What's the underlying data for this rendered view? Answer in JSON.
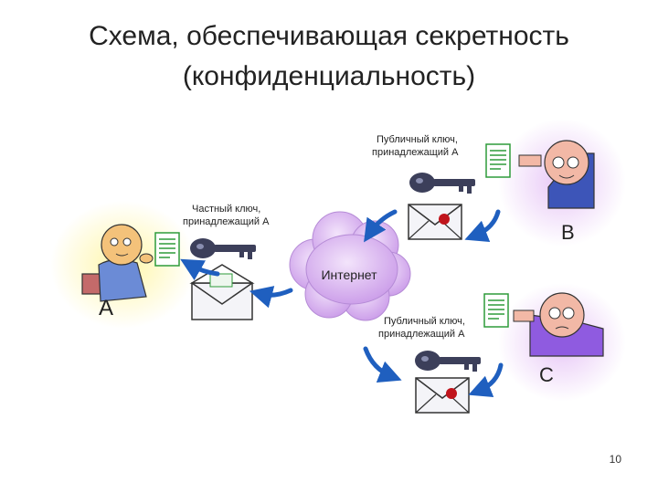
{
  "title": {
    "line1": "Схема, обеспечивающая секретность",
    "line2": "(конфиденциальность)"
  },
  "diagram": {
    "cloud_label": "Интернет",
    "person_a": {
      "letter": "A",
      "key_label_line1": "Частный ключ,",
      "key_label_line2": "принадлежащий А"
    },
    "person_b": {
      "letter": "B",
      "key_label_line1": "Публичный ключ,",
      "key_label_line2": "принадлежащий А"
    },
    "person_c": {
      "letter": "C",
      "key_label_line1": "Публичный ключ,",
      "key_label_line2": "принадлежащий А"
    }
  },
  "page_number": "10",
  "colors": {
    "cloud": "#d9b3f0",
    "glow_a": "#fff6a8",
    "glow_b": "#ead0f5",
    "glow_c": "#ead0f5",
    "arrow": "#1f5fbf",
    "key": "#3c3f5a",
    "seal": "#c0141c",
    "document": "#2e9b3a"
  }
}
